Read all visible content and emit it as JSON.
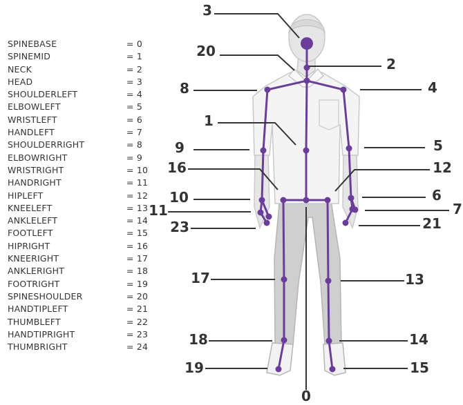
{
  "joints": [
    {
      "name": "SPINEBASE",
      "value": "= 0"
    },
    {
      "name": "SPINEMID",
      "value": "= 1"
    },
    {
      "name": "NECK",
      "value": "= 2"
    },
    {
      "name": "HEAD",
      "value": "= 3"
    },
    {
      "name": "SHOULDERLEFT",
      "value": "= 4"
    },
    {
      "name": "ELBOWLEFT",
      "value": "= 5"
    },
    {
      "name": "WRISTLEFT",
      "value": "= 6"
    },
    {
      "name": "HANDLEFT",
      "value": "= 7"
    },
    {
      "name": "SHOULDERRIGHT",
      "value": "= 8"
    },
    {
      "name": "ELBOWRIGHT",
      "value": "= 9"
    },
    {
      "name": "WRISTRIGHT",
      "value": "= 10"
    },
    {
      "name": "HANDRIGHT",
      "value": "= 11"
    },
    {
      "name": "HIPLEFT",
      "value": "= 12"
    },
    {
      "name": "KNEELEFT",
      "value": "= 13"
    },
    {
      "name": "ANKLELEFT",
      "value": "= 14"
    },
    {
      "name": "FOOTLEFT",
      "value": "= 15"
    },
    {
      "name": "HIPRIGHT",
      "value": "= 16"
    },
    {
      "name": "KNEERIGHT",
      "value": "= 17"
    },
    {
      "name": "ANKLERIGHT",
      "value": "= 18"
    },
    {
      "name": "FOOTRIGHT",
      "value": "= 19"
    },
    {
      "name": "SPINESHOULDER",
      "value": "= 20"
    },
    {
      "name": "HANDTIPLEFT",
      "value": "= 21"
    },
    {
      "name": "THUMBLEFT",
      "value": "= 22"
    },
    {
      "name": "HANDTIPRIGHT",
      "value": "= 23"
    },
    {
      "name": "THUMBRIGHT",
      "value": "= 24"
    }
  ],
  "callouts": [
    "0",
    "1",
    "2",
    "3",
    "4",
    "5",
    "6",
    "7",
    "8",
    "9",
    "10",
    "11",
    "12",
    "13",
    "14",
    "15",
    "16",
    "17",
    "18",
    "19",
    "20",
    "21",
    "23"
  ],
  "colors": {
    "skeleton": "#6b3d9a",
    "text": "#333333",
    "leader": "#333333",
    "shirt": "#f4f4f4",
    "outline": "#c9c9c9",
    "pants": "#cfcfcf",
    "skin": "#e6e6e6"
  }
}
